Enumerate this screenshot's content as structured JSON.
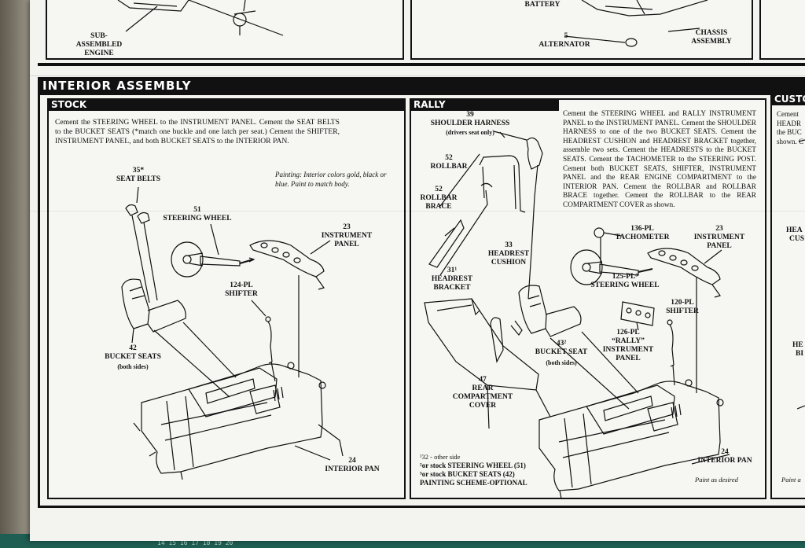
{
  "top": {
    "sub_assembled_engine": "SUB-ASSEMBLED\nENGINE",
    "battery": "BATTERY",
    "alternator_num": "5",
    "alternator": "ALTERNATOR",
    "chassis_assembly": "CHASSIS\nASSEMBLY"
  },
  "section_title": "INTERIOR ASSEMBLY",
  "stock": {
    "header": "STOCK",
    "instructions": "Cement the STEERING WHEEL to the INSTRUMENT PANEL. Cement the SEAT BELTS to the BUCKET SEATS (*match one buckle and one latch per seat.) Cement the SHIFTER, INSTRUMENT PANEL, and both BUCKET SEATS to the INTERIOR PAN.",
    "painting_note": "Painting: Interior colors gold, black or blue. Paint to match body.",
    "labels": {
      "seat_belts": "35*\nSEAT BELTS",
      "steering_wheel": "51\nSTEERING WHEEL",
      "instrument_panel": "23\nINSTRUMENT\nPANEL",
      "shifter": "124-PL\nSHIFTER",
      "bucket_seats": "42\nBUCKET SEATS",
      "bucket_seats_sub": "(both sides)",
      "interior_pan": "24\nINTERIOR PAN"
    }
  },
  "rally": {
    "header": "RALLY",
    "instructions": "Cement the STEERING WHEEL and RALLY INSTRUMENT PANEL to the INSTRUMENT PANEL. Cement the SHOULDER HARNESS to one of the two BUCKET SEATS. Cement the HEADREST CUSHION and HEADREST BRACKET together, assemble two sets. Cement the HEADRESTS to the BUCKET SEATS. Cement the TACHOMETER to the STEERING POST. Cement both BUCKET SEATS, SHIFTER, INSTRUMENT PANEL and the REAR ENGINE COMPARTMENT to the INTERIOR PAN. Cement the ROLLBAR and ROLLBAR BRACE together. Cement the ROLLBAR to the REAR COMPARTMENT COVER as shown.",
    "labels": {
      "shoulder_harness": "39\nSHOULDER HARNESS",
      "shoulder_harness_sub": "(drivers seat only)",
      "rollbar": "52\nROLLBAR",
      "rollbar_brace": "52\nROLLBAR\nBRACE",
      "headrest_cushion": "33\nHEADREST\nCUSHION",
      "headrest_bracket": "31¹\nHEADREST\nBRACKET",
      "bucket_seat": "43²\nBUCKET SEAT",
      "bucket_seat_sub": "(both sides)",
      "rear_compartment_cover": "47\nREAR\nCOMPARTMENT\nCOVER",
      "tachometer": "136-PL\nTACHOMETER",
      "instrument_panel": "23\nINSTRUMENT\nPANEL",
      "steering_wheel": "125-PL³\nSTEERING WHEEL",
      "shifter": "120-PL\nSHIFTER",
      "rally_instrument_panel": "126-PL\n“RALLY”\nINSTRUMENT\nPANEL",
      "interior_pan": "24\nINTERIOR PAN"
    },
    "footnotes": [
      "¹32 - other side",
      "²or stock STEERING WHEEL (51)",
      "³or stock BUCKET SEATS (42)",
      "PAINTING SCHEME-OPTIONAL"
    ],
    "paint_note": "Paint as desired"
  },
  "custom": {
    "header": "CUSTO",
    "text_fragments": [
      "Cement",
      "HEADR",
      "the BUC",
      "shown. C"
    ],
    "label_fragments": [
      "HEA",
      "CUS",
      "HE",
      "BI"
    ],
    "paint_note": "Paint a"
  },
  "mat_ruler": "14 15 16 17 18 19 20"
}
